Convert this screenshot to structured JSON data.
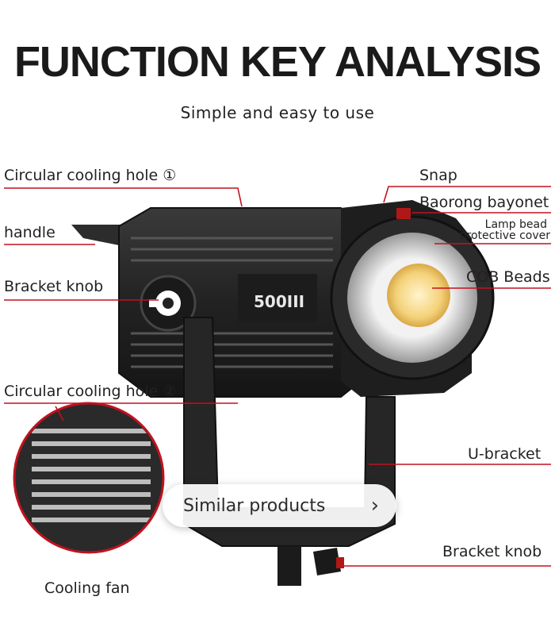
{
  "title": "FUNCTION KEY ANALYSIS",
  "subtitle": "Simple and easy to use",
  "model_label": "500III",
  "labels": {
    "circular_cooling_hole_1": "Circular cooling hole ①",
    "handle": "handle",
    "bracket_knob_left": "Bracket knob",
    "circular_cooling_hole_2": "Circular cooling hole ②",
    "cooling_fan": "Cooling fan",
    "snap": "Snap",
    "baorong_bayonet": "Baorong bayonet",
    "lamp_bead_line1": "Lamp bead",
    "lamp_bead_line2": "protective cover",
    "cob_beads": "COB Beads",
    "u_bracket": "U-bracket",
    "bracket_knob_right": "Bracket knob"
  },
  "similar_products": {
    "label": "Similar products",
    "chevron": "›"
  },
  "colors": {
    "leader_line": "#c1121f",
    "body": "#242424",
    "cob_glow": "#f4d27a"
  }
}
